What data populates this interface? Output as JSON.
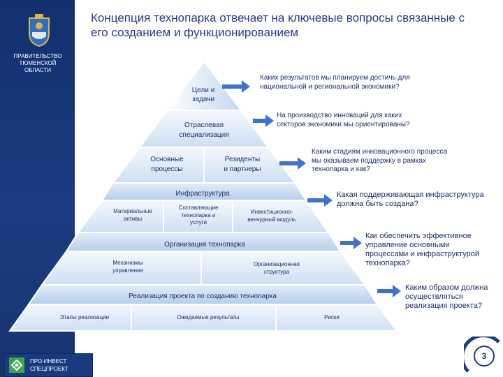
{
  "header": {
    "title": "Концепция технопарка отвечает на ключевые вопросы связанные с его созданием и функционированием"
  },
  "sidebar": {
    "government_label": "ПРАВИТЕЛЬСТВО\nТЮМЕНСКОЙ\nОБЛАСТИ"
  },
  "footer": {
    "logo_text": "ПРО-ИНВЕСТ\nСПЕЦПРОЕКТ",
    "page_number": "3"
  },
  "pyramid": {
    "level1": "Цели и\nзадачи",
    "level2": "Отраслевая\nспециализация",
    "level3_left": "Основные\nпроцессы",
    "level3_right": "Резиденты\nи партнеры",
    "level4_title": "Инфраструктура",
    "level4_a": "Материальные\nактивы",
    "level4_b": "Составляющие\nтехнопарка и\nуслуги",
    "level4_c": "Инвестиционно-\nвенчурный модуль",
    "level5_title": "Организация технопарка",
    "level5_a": "Механизмы\nуправления",
    "level5_b": "Организационная\nструктура",
    "level6_title": "Реализация проекта по созданию технопарка",
    "level6_a": "Этапы реализации",
    "level6_b": "Ожидаемые результаты",
    "level6_c": "Риски"
  },
  "questions": [
    "Каких результатов мы планируем достичь для\nнациональной и региональной экономики?",
    "На производство инноваций для каких\nсекторов экономики мы ориентированы?",
    "Каким стадиям инновационного процесса\nмы оказываем поддержку в рамках\nтехнопарка и как?",
    "Какая поддерживающая инфраструктура\nдолжна быть создана?",
    "Как обеспечить эффективное\nуправление основными\nпроцессами и инфраструктурой\nтехнопарка?",
    "Каким образом должна\nосуществляться\nреализация проекта?"
  ],
  "colors": {
    "sidebar": "#1b3c82",
    "title": "#2b3a85",
    "pyramid_light": "#e6f0fb",
    "pyramid_dark": "#b9d1ee",
    "arrow": "#3d74c9"
  }
}
